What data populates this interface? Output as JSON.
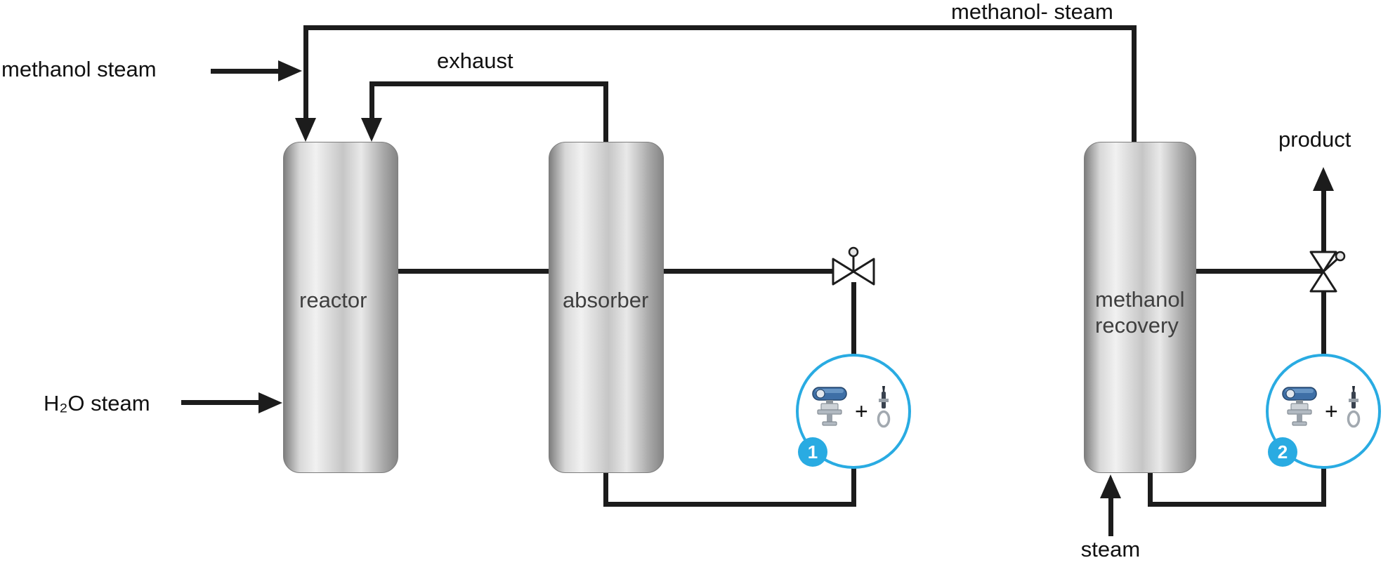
{
  "diagram": {
    "type": "process-flow-diagram",
    "labels": {
      "methanol_steam_inlet": "methanol steam",
      "exhaust": "exhaust",
      "methanol_steam_recycle": "methanol- steam",
      "h2o_steam": "H₂O steam",
      "product": "product",
      "steam": "steam"
    },
    "vessels": [
      {
        "label": "reactor"
      },
      {
        "label": "absorber"
      },
      {
        "label": "methanol recovery"
      }
    ],
    "measuring_points": [
      {
        "number": "1",
        "plus": "+"
      },
      {
        "number": "2",
        "plus": "+"
      }
    ],
    "colors": {
      "accent_blue": "#29abe2",
      "pipe": "#1c1c1c"
    }
  }
}
